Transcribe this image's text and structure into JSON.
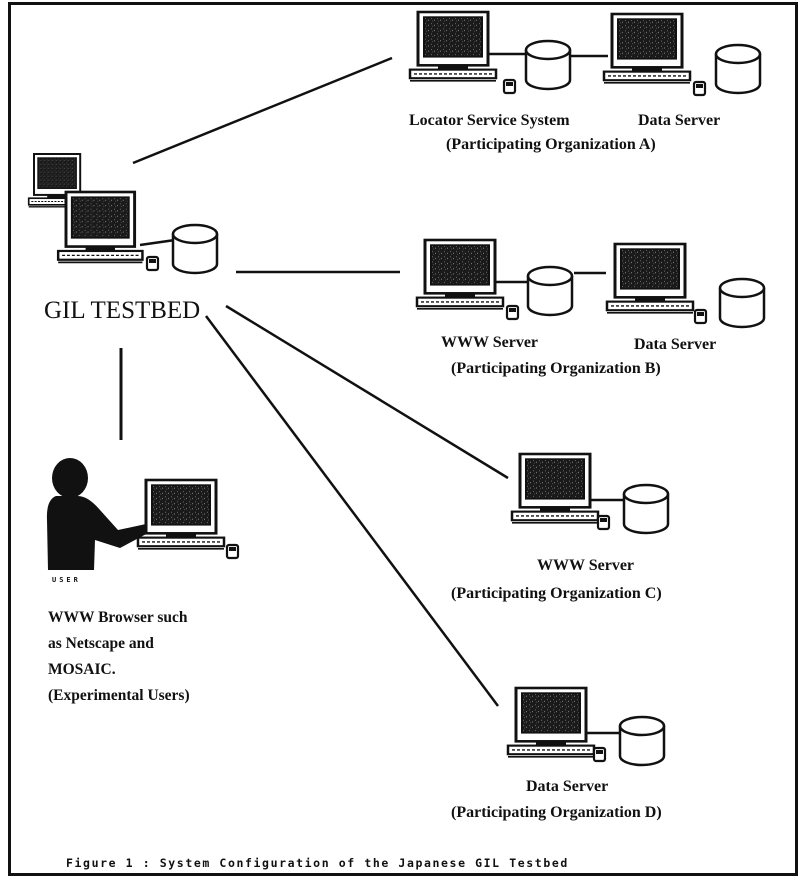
{
  "testbed": {
    "title": "GIL TESTBED"
  },
  "org_a": {
    "locator_label": "Locator Service System",
    "data_server_label": "Data Server",
    "org_label": "(Participating Organization A)"
  },
  "org_b": {
    "www_label": "WWW Server",
    "data_server_label": "Data Server",
    "org_label": "(Participating Organization B)"
  },
  "org_c": {
    "www_label": "WWW Server",
    "org_label": "(Participating Organization C)"
  },
  "org_d": {
    "data_server_label": "Data Server",
    "org_label": "(Participating Organization D)"
  },
  "user": {
    "figure_label": "USER",
    "browser_lines": [
      "WWW Browser such",
      "as Netscape and",
      "MOSAIC.",
      "(Experimental Users)"
    ]
  },
  "caption": "Figure 1 : System Configuration of the Japanese GIL Testbed"
}
